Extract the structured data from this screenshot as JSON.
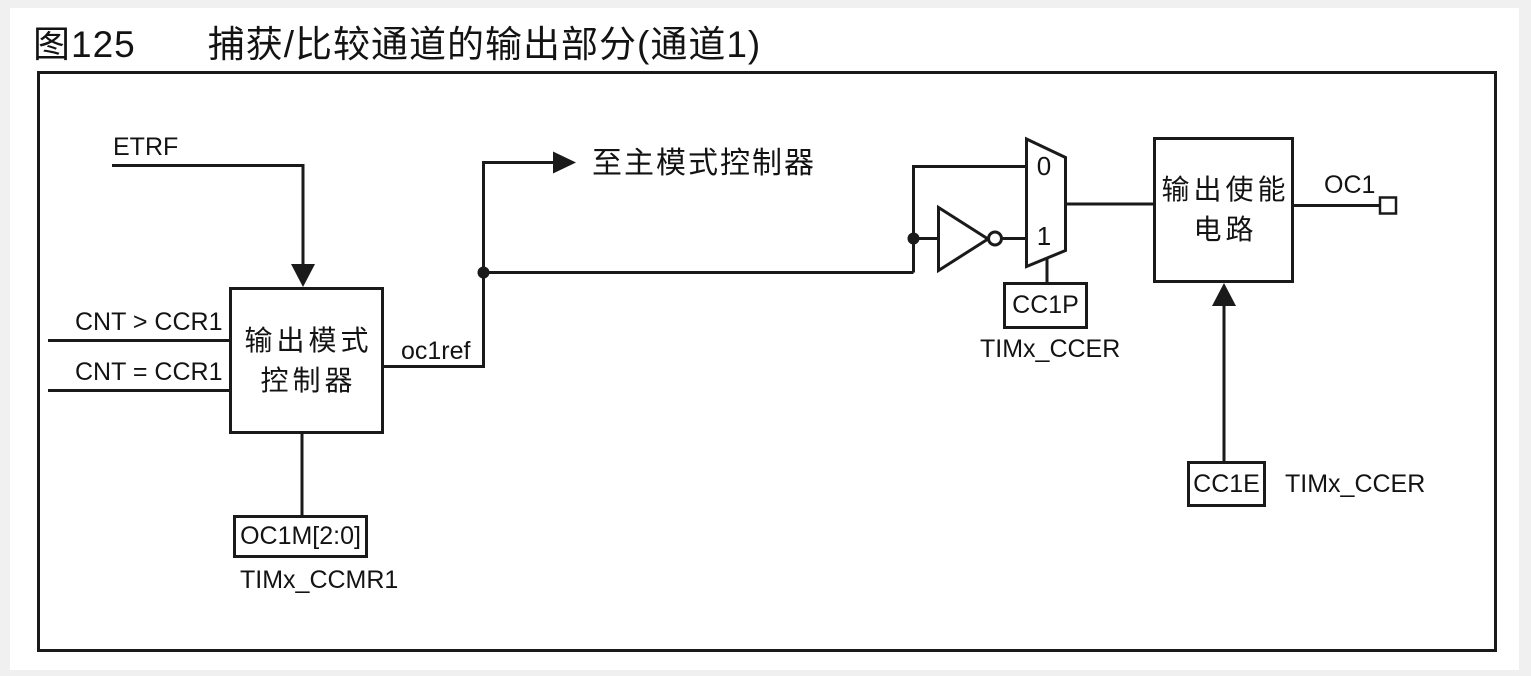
{
  "page": {
    "figure_label": "图125",
    "figure_title": "捕获/比较通道的输出部分(通道1)"
  },
  "diagram": {
    "inputs": {
      "etrf": "ETRF",
      "cnt_gt_ccr1": "CNT > CCR1",
      "cnt_eq_ccr1": "CNT = CCR1"
    },
    "blocks": {
      "output_mode_controller": {
        "line1": "输出模式",
        "line2": "控制器"
      },
      "output_enable_circuit": {
        "line1": "输出使能",
        "line2": "电路"
      }
    },
    "mux": {
      "input0_label": "0",
      "input1_label": "1"
    },
    "wires": {
      "oc1ref_label": "oc1ref",
      "to_master_mode_controller": "至主模式控制器",
      "oc1_label": "OC1"
    },
    "registers": {
      "oc1m": {
        "field": "OC1M[2:0]",
        "register": "TIMx_CCMR1"
      },
      "cc1p": {
        "field": "CC1P",
        "register": "TIMx_CCER"
      },
      "cc1e": {
        "field": "CC1E",
        "register": "TIMx_CCER"
      }
    },
    "colors": {
      "line": "#1a1a1a",
      "page_bg": "#ffffff",
      "outer_bg": "#f0f0f0"
    }
  }
}
